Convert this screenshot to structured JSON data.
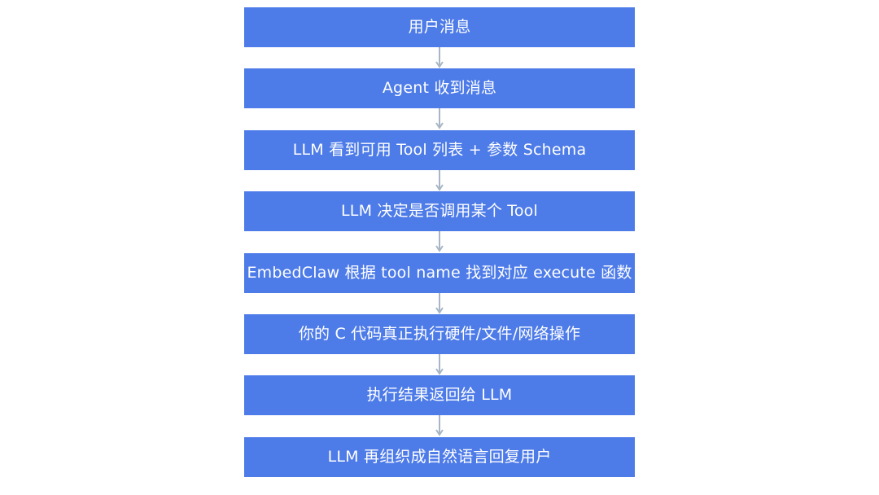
{
  "colors": {
    "box_fill": "#4d7be8",
    "arrow": "#a7b6c5",
    "text": "#ffffff"
  },
  "flow": {
    "steps": [
      "用户消息",
      "Agent 收到消息",
      "LLM 看到可用 Tool 列表 + 参数 Schema",
      "LLM 决定是否调用某个 Tool",
      "EmbedClaw 根据 tool name 找到对应 execute 函数",
      "你的 C 代码真正执行硬件/文件/网络操作",
      "执行结果返回给 LLM",
      "LLM 再组织成自然语言回复用户"
    ]
  }
}
